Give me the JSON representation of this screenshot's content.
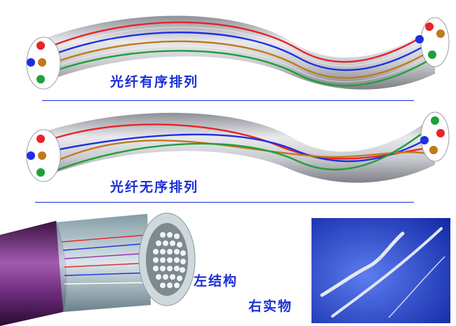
{
  "labels": {
    "ordered": "光纤有序排列",
    "unordered": "光纤无序排列",
    "left_structure": "左结构",
    "right_physical": "右实物"
  },
  "colors": {
    "label_text": "#1a2fd6",
    "divider": "#1a2fd6",
    "fiber_red": "#e8232a",
    "fiber_blue": "#1f2fe0",
    "fiber_brown": "#c07a1a",
    "fiber_green": "#1ea03a",
    "tube_gray": "#b9bcc2",
    "sheath_purple": "#6a2a78",
    "photo_bg": "#1f3fc8"
  },
  "icons": {
    "ordered_bundle": "ordered-fiber-bundle-icon",
    "unordered_bundle": "unordered-fiber-bundle-icon",
    "cable_cutaway": "cable-cutaway-icon",
    "fiber_photo": "fiber-photo-icon"
  }
}
